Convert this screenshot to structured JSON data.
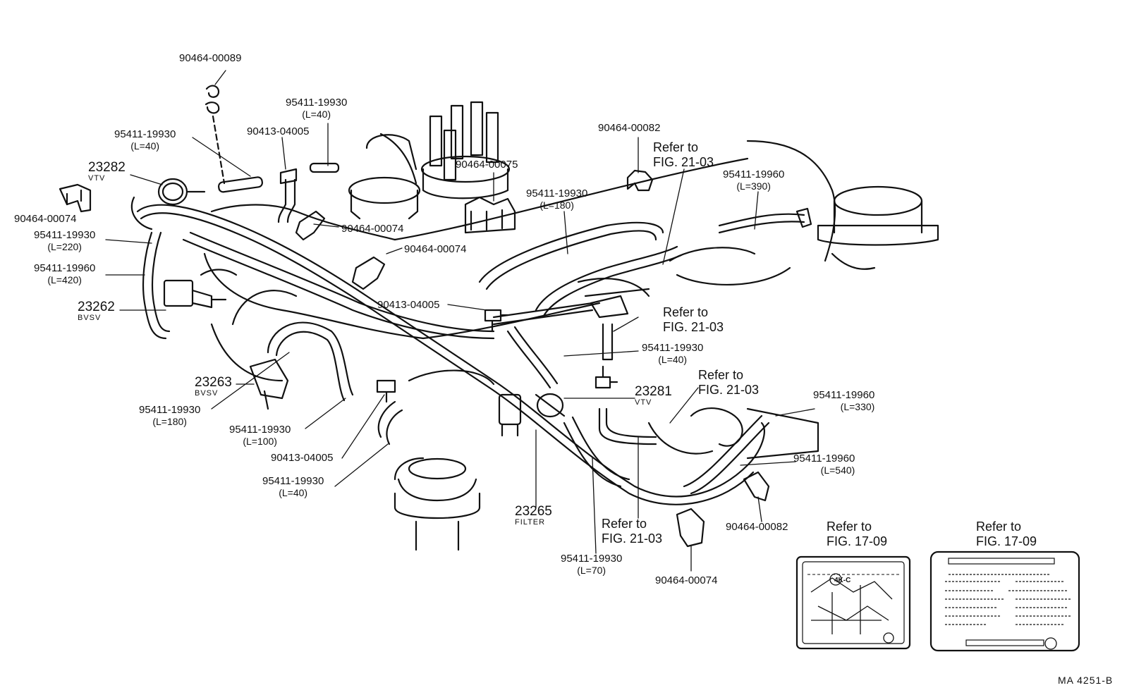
{
  "labels": {
    "p90464_00089": "90464-00089",
    "p95411_19930_top": "95411-19930",
    "p95411_19930_top_len": "(L=40)",
    "p95411_19930_left": "95411-19930",
    "p95411_19930_left_len": "(L=40)",
    "p90413_04005_top": "90413-04005",
    "p23282": "23282",
    "p23282_tag": "VTV",
    "p90464_00074_a": "90464-00074",
    "p95411_19930_l220": "95411-19930",
    "p95411_19930_l220_len": "(L=220)",
    "p95411_19960_l420": "95411-19960",
    "p95411_19960_l420_len": "(L=420)",
    "p23262": "23262",
    "p23262_tag": "BVSV",
    "p90464_00074_b": "90464-00074",
    "p90464_00075": "90464-00075",
    "p90464_00074_c": "90464-00074",
    "p90464_00082_top": "90464-00082",
    "p95411_19930_l180_top": "95411-19930",
    "p95411_19930_l180_top_len": "(L=180)",
    "p95411_19960_l390": "95411-19960",
    "p95411_19960_l390_len": "(L=390)",
    "p90413_04005_mid": "90413-04005",
    "p95411_19930_l40_mid": "95411-19930",
    "p95411_19930_l40_mid_len": "(L=40)",
    "p23263": "23263",
    "p23263_tag": "BVSV",
    "p95411_19930_l180_bot": "95411-19930",
    "p95411_19930_l180_bot_len": "(L=180)",
    "p95411_19930_l100": "95411-19930",
    "p95411_19930_l100_len": "(L=100)",
    "p90413_04005_bot": "90413-04005",
    "p95411_19930_l40_bot": "95411-19930",
    "p95411_19930_l40_bot_len": "(L=40)",
    "p23281": "23281",
    "p23281_tag": "VTV",
    "p95411_19960_l330": "95411-19960",
    "p95411_19960_l330_len": "(L=330)",
    "p95411_19960_l540": "95411-19960",
    "p95411_19960_l540_len": "(L=540)",
    "p23265": "23265",
    "p23265_tag": "FILTER",
    "p95411_19930_l70": "95411-19930",
    "p95411_19930_l70_len": "(L=70)",
    "p90464_00082_bot": "90464-00082",
    "p90464_00074_d": "90464-00074"
  },
  "refs": {
    "ref_top_1": "Refer to",
    "ref_top_2": "FIG. 21-03",
    "ref_mid_1": "Refer to",
    "ref_mid_2": "FIG. 21-03",
    "ref_right_1": "Refer to",
    "ref_right_2": "FIG. 21-03",
    "ref_bottom_1": "Refer to",
    "ref_bottom_2": "FIG. 21-03",
    "ref_label1_1": "Refer to",
    "ref_label1_2": "FIG. 17-09",
    "ref_label2_1": "Refer to",
    "ref_label2_2": "FIG. 17-09"
  },
  "label_4kc": "4K-C",
  "drawing_code": "MA  4251-B"
}
